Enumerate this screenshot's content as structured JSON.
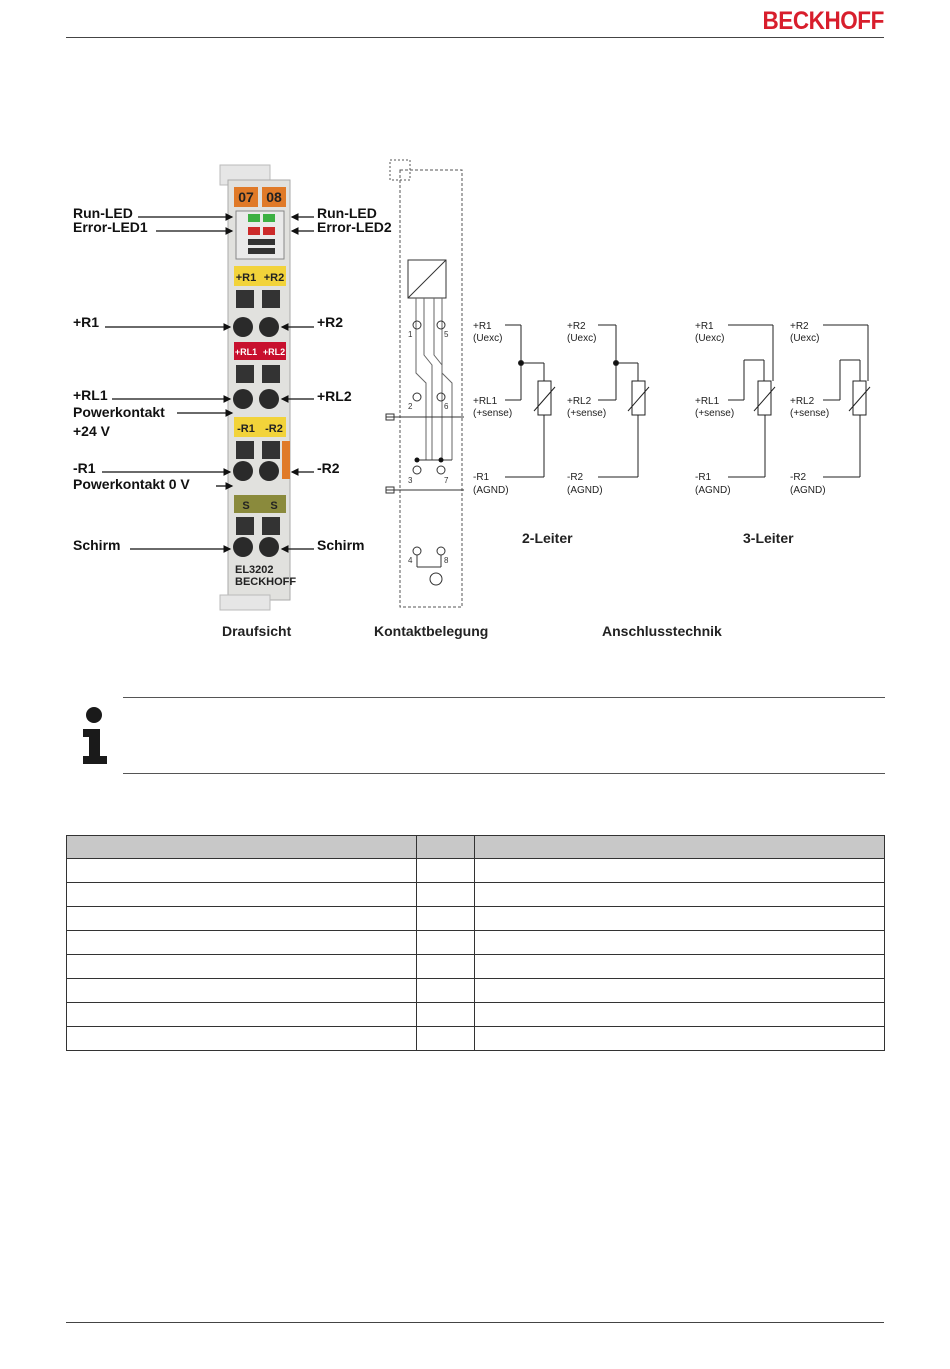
{
  "header": {
    "logo": "BECKHOFF"
  },
  "figure": {
    "left_labels": [
      "Run-LED",
      "Error-LED1",
      "+R1",
      "+RL1",
      "Powerkontakt",
      "+24 V",
      "-R1",
      "Powerkontakt 0 V",
      "Schirm"
    ],
    "right_labels": [
      "Run-LED",
      "Error-LED2",
      "+R2",
      "+RL2",
      "-R2",
      "Schirm"
    ],
    "terminal": {
      "channel_labels": [
        "07",
        "08"
      ],
      "contact_plates": [
        "+R1",
        "+R2",
        "+RL1",
        "+RL2",
        "-R1",
        "-R2",
        "S",
        "S"
      ],
      "model": "EL3202",
      "brand": "BECKHOFF"
    },
    "pin_numbers": [
      "1",
      "5",
      "2",
      "6",
      "3",
      "7",
      "4",
      "8"
    ],
    "wiring_2": {
      "r1_top": "+R1",
      "r1_top_sub": "(Uexc)",
      "r1_mid": "+RL1",
      "r1_mid_sub": "(+sense)",
      "r1_bot": "-R1",
      "r1_bot_sub": "(AGND)",
      "r2_top": "+R2",
      "r2_top_sub": "(Uexc)",
      "r2_mid": "+RL2",
      "r2_mid_sub": "(+sense)",
      "r2_bot": "-R2",
      "r2_bot_sub": "(AGND)",
      "title": "2-Leiter"
    },
    "wiring_3": {
      "r1_top": "+R1",
      "r1_top_sub": "(Uexc)",
      "r1_mid": "+RL1",
      "r1_mid_sub": "(+sense)",
      "r1_bot": "-R1",
      "r1_bot_sub": "(AGND)",
      "r2_top": "+R2",
      "r2_top_sub": "(Uexc)",
      "r2_mid": "+RL2",
      "r2_mid_sub": "(+sense)",
      "r2_bot": "-R2",
      "r2_bot_sub": "(AGND)",
      "title": "3-Leiter"
    },
    "captions": [
      "Draufsicht",
      "Kontaktbelegung",
      "Anschlusstechnik"
    ]
  },
  "colors": {
    "brand_red": "#d81e2c",
    "terminal_orange": "#e07a28",
    "terminal_yellow": "#f2d33a",
    "terminal_red": "#c8102e",
    "terminal_olive": "#8a8a3c",
    "led_green": "#3cb043",
    "led_red": "#cc2a2a"
  },
  "icons": {
    "note": "info-icon"
  }
}
